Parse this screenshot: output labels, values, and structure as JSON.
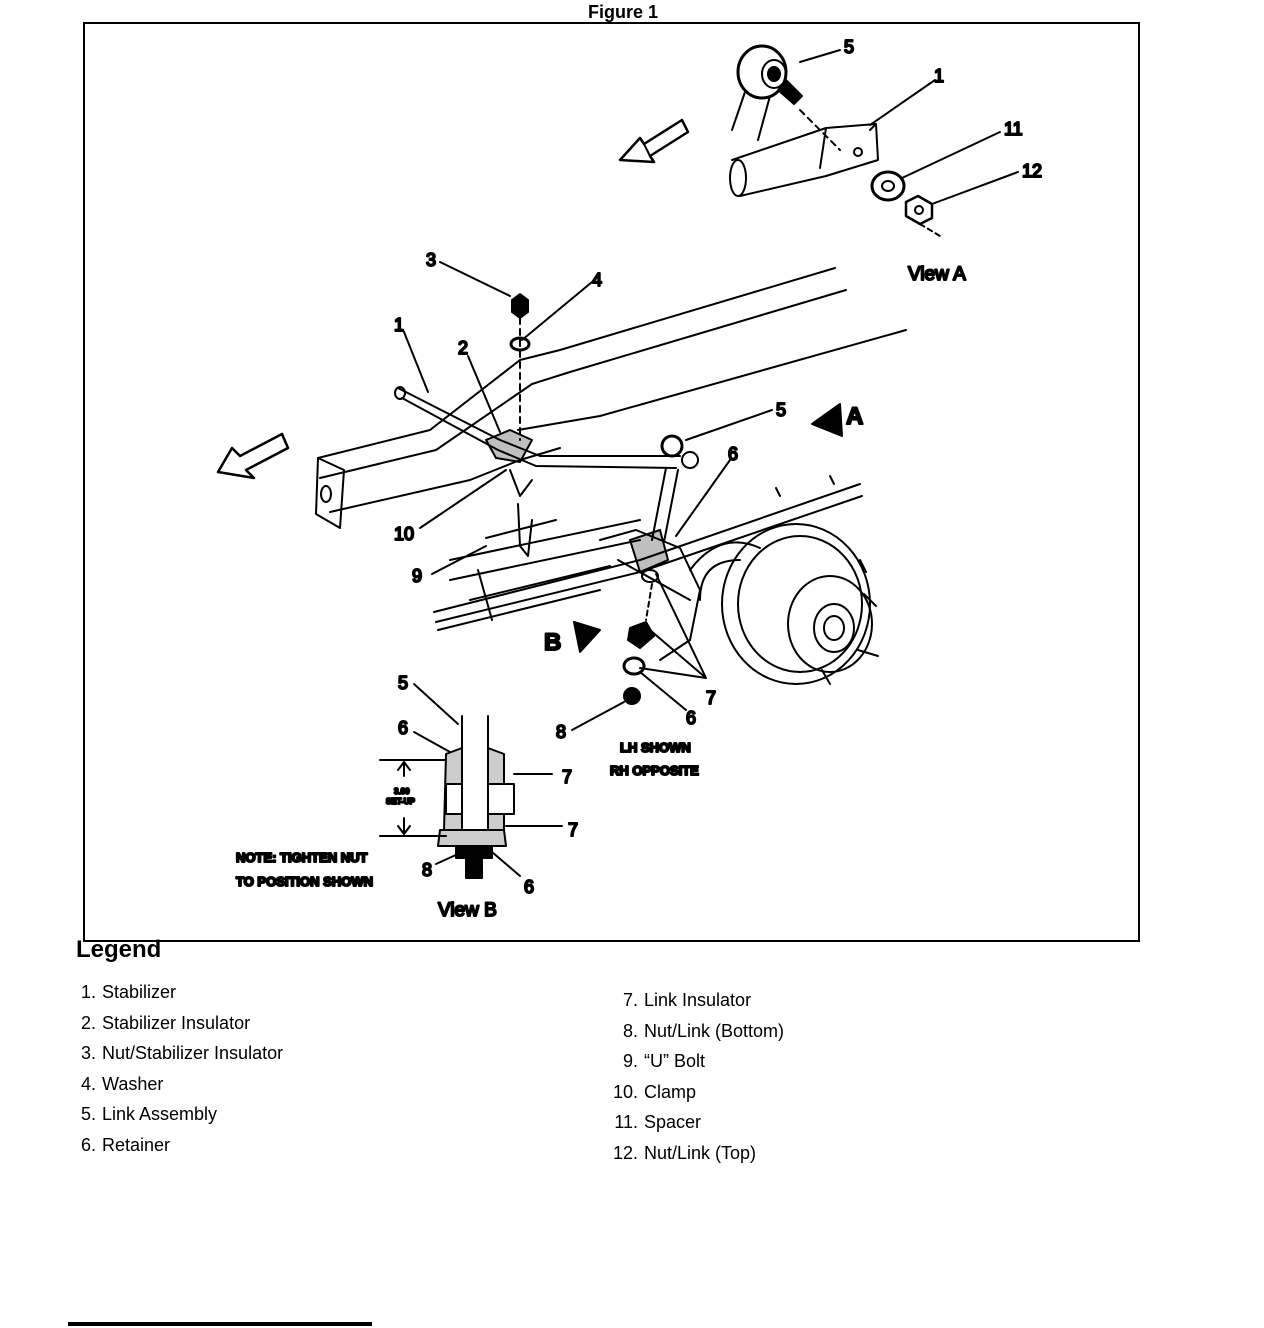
{
  "figure": {
    "title": "Figure 1"
  },
  "diagram": {
    "callouts": {
      "va_5": "5",
      "va_1": "1",
      "va_11": "11",
      "va_12": "12",
      "m_3": "3",
      "m_4": "4",
      "m_1": "1",
      "m_2": "2",
      "m_5": "5",
      "m_6": "6",
      "m_10": "10",
      "m_9": "9",
      "m_7": "7",
      "m_6b": "6",
      "m_8": "8",
      "vb_5": "5",
      "vb_6": "6",
      "vb_7a": "7",
      "vb_7b": "7",
      "vb_8": "8",
      "vb_6b": "6"
    },
    "view_a_label": "View A",
    "view_b_label": "View B",
    "arrow_a": "A",
    "arrow_b": "B",
    "lh_shown": "LH SHOWN",
    "rh_opposite": "RH OPPOSITE",
    "note_line1": "NOTE:  TIGHTEN NUT",
    "note_line2": "TO POSITION SHOWN",
    "setup_line1": "3.00",
    "setup_line2": "SET-UP"
  },
  "legend": {
    "title": "Legend",
    "left": [
      {
        "num": "1.",
        "text": "Stabilizer"
      },
      {
        "num": "2.",
        "text": "Stabilizer Insulator"
      },
      {
        "num": "3.",
        "text": "Nut/Stabilizer Insulator"
      },
      {
        "num": "4.",
        "text": "Washer"
      },
      {
        "num": "5.",
        "text": "Link Assembly"
      },
      {
        "num": "6.",
        "text": "Retainer"
      }
    ],
    "right": [
      {
        "num": "7.",
        "text": "Link Insulator"
      },
      {
        "num": "8.",
        "text": "Nut/Link (Bottom)"
      },
      {
        "num": "9.",
        "text": "“U” Bolt"
      },
      {
        "num": "10.",
        "text": "Clamp"
      },
      {
        "num": "11.",
        "text": "Spacer"
      },
      {
        "num": "12.",
        "text": "Nut/Link (Top)"
      }
    ]
  }
}
